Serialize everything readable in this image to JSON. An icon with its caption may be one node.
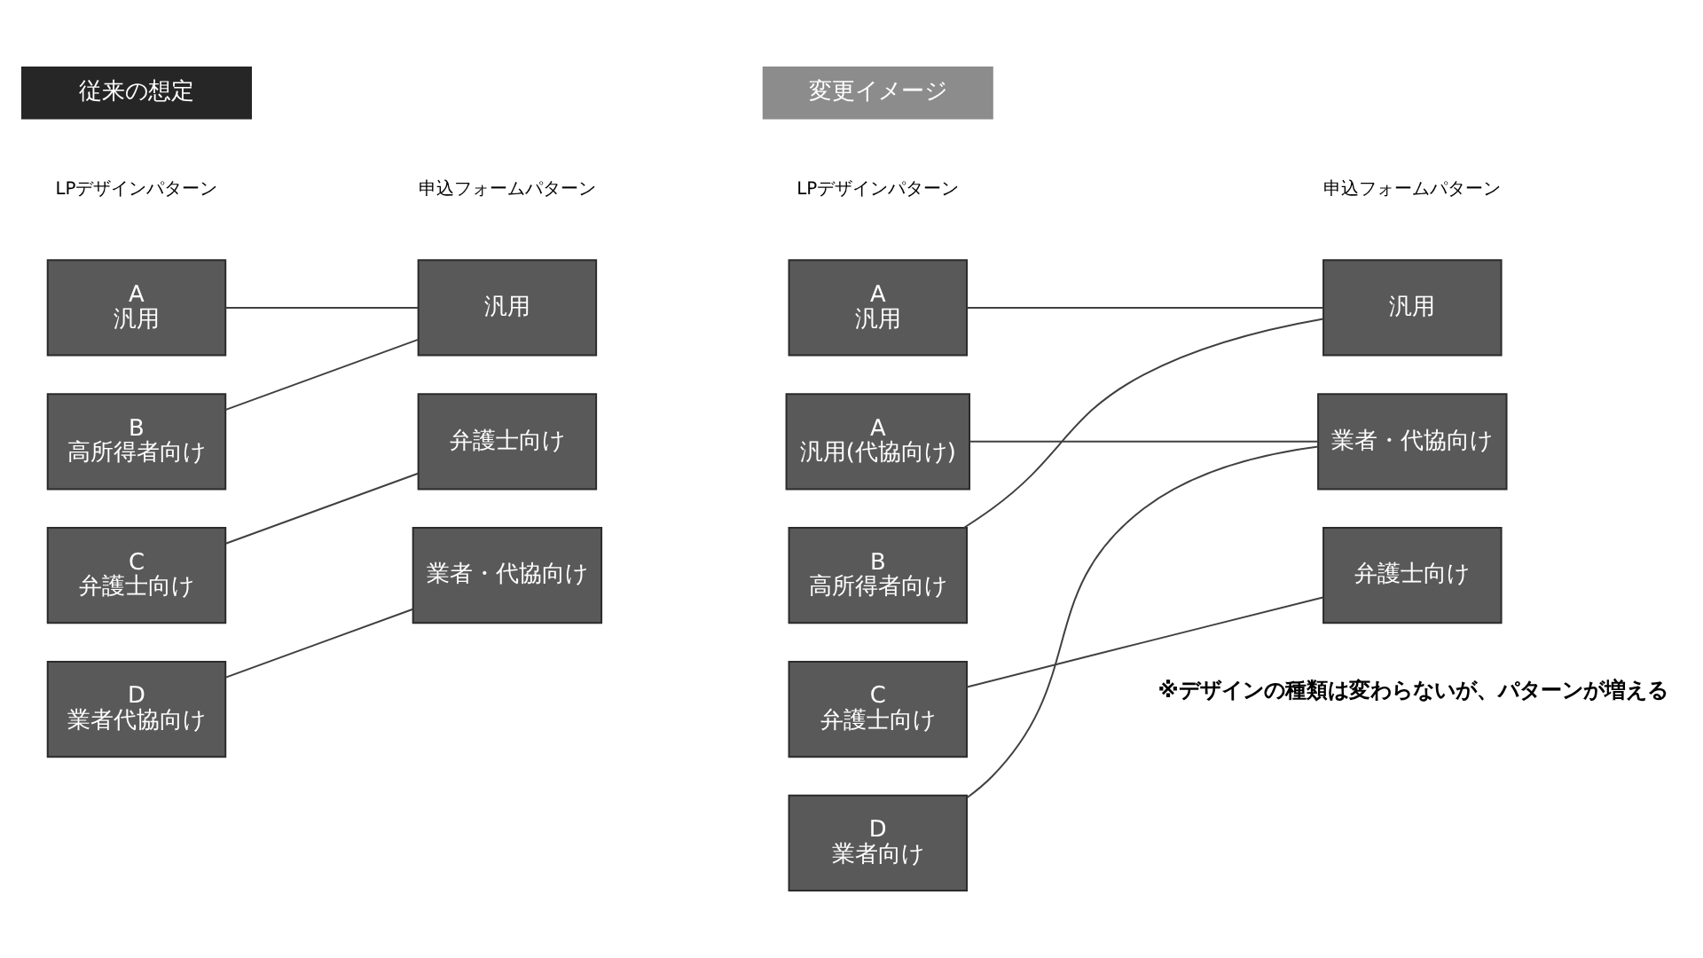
{
  "diagram": {
    "nodes": [
      {
        "text": [
          "従来の想定"
        ]
      },
      {
        "text": [
          "A",
          "汎用"
        ]
      },
      {
        "text": [
          "B",
          "高所得者向け"
        ]
      },
      {
        "text": [
          "C",
          "弁護士向け"
        ]
      },
      {
        "text": [
          "D",
          "業者代協向け"
        ]
      },
      {
        "text": [
          "汎用"
        ]
      },
      {
        "text": [
          "弁護士向け"
        ]
      },
      {
        "text": [
          "業者・代協向け"
        ]
      },
      {
        "text": [
          "変更イメージ"
        ]
      },
      {
        "text": [
          "A",
          "汎用"
        ]
      },
      {
        "text": [
          "A",
          "汎用(代協向け)"
        ]
      },
      {
        "text": [
          "B",
          "高所得者向け"
        ]
      },
      {
        "text": [
          "C",
          "弁護士向け"
        ]
      },
      {
        "text": [
          "D",
          "業者向け"
        ]
      },
      {
        "text": [
          "汎用"
        ]
      },
      {
        "text": [
          "業者・代協向け"
        ]
      },
      {
        "text": [
          "弁護士向け"
        ]
      }
    ],
    "edges": [
      {
        "from": 1,
        "to": 5,
        "arrow": "none"
      },
      {
        "from": 2,
        "to": 5,
        "arrow": "none"
      },
      {
        "from": 3,
        "to": 6,
        "arrow": "none"
      },
      {
        "from": 4,
        "to": 7,
        "arrow": "none"
      },
      {
        "from": 9,
        "to": 14,
        "arrow": "none"
      },
      {
        "from": 10,
        "to": 15,
        "arrow": "none"
      },
      {
        "from": 11,
        "to": 14,
        "arrow": "none"
      },
      {
        "from": 12,
        "to": 16,
        "arrow": "none"
      },
      {
        "from": 13,
        "to": 15,
        "arrow": "none"
      }
    ],
    "labels": [
      "LPデザインパターン",
      "申込フォームパターン",
      "LPデザインパターン",
      "申込フォームパターン",
      "※デザインの種類は変わらないが、パターンが増える"
    ]
  }
}
